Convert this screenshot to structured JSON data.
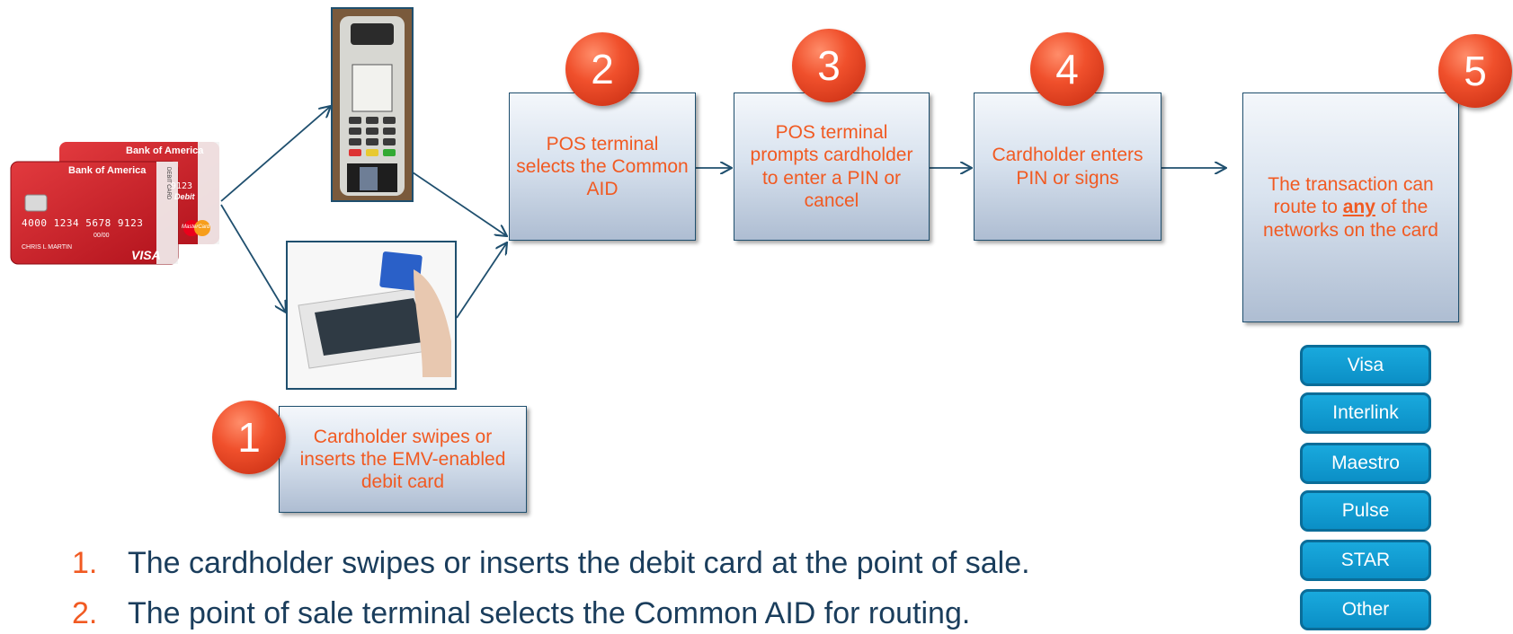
{
  "steps": [
    {
      "number": "1",
      "text": "Cardholder swipes or inserts the EMV-enabled debit card"
    },
    {
      "number": "2",
      "text": "POS terminal selects the Common AID"
    },
    {
      "number": "3",
      "text": "POS terminal prompts cardholder to enter a PIN or cancel"
    },
    {
      "number": "4",
      "text": "Cardholder enters PIN or signs"
    },
    {
      "number": "5",
      "text_before": "The transaction can route to",
      "text_emphasis": "any",
      "text_after": "of the networks on the card"
    }
  ],
  "networks": [
    "Visa",
    "Interlink",
    "Maestro",
    "Pulse",
    "STAR",
    "Other"
  ],
  "card": {
    "bank": "Bank of America",
    "type_label": "DEBIT CARD",
    "number": "4000 1234 5678 9123",
    "last_digits": "9123",
    "debit_label": "Debit",
    "expiry": "00/00",
    "holder": "CHRIS L MARTIN",
    "brand_visa": "VISA",
    "brand_mastercard": "MasterCard"
  },
  "list": [
    {
      "num": "1.",
      "text": "The cardholder swipes or inserts the debit card at the point of sale."
    },
    {
      "num": "2.",
      "text": "The point of sale terminal selects the Common AID for routing."
    }
  ],
  "colors": {
    "accent": "#f15a22",
    "network_blue": "#0b8fc6",
    "list_text": "#1a3d5c",
    "arrow": "#1f4f6e"
  }
}
